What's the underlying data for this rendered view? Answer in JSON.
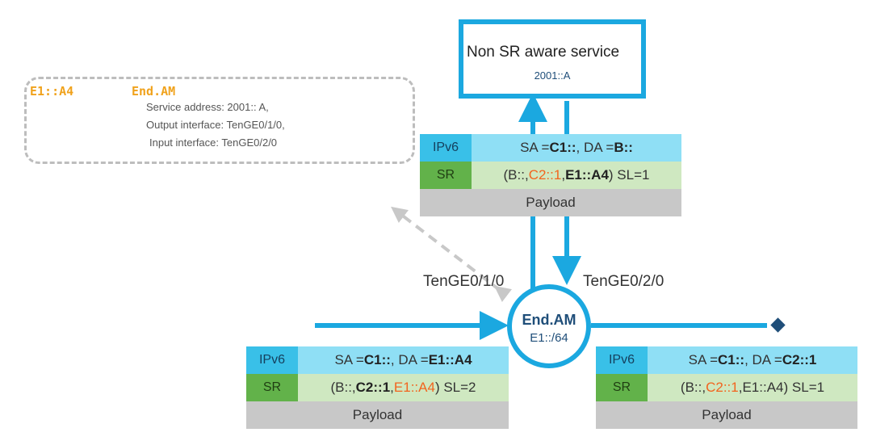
{
  "service": {
    "title": "Non SR aware service",
    "address": "2001::A"
  },
  "config": {
    "sid": "E1::A4",
    "function": "End.AM",
    "lines": [
      "Service address: 2001:: A,",
      "Output interface: TenGE0/1/0,",
      "Input interface: TenGE0/2/0"
    ]
  },
  "node": {
    "function": "End.AM",
    "prefix": "E1::/64"
  },
  "interfaces": {
    "out": "TenGE0/1/0",
    "in": "TenGE0/2/0"
  },
  "packets": {
    "top": {
      "ipv6_label": "IPv6",
      "sa_pre": "SA = ",
      "sa": "C1::",
      "da_pre": ", DA = ",
      "da": "B::",
      "sr_label": "SR",
      "s0": "(B::, ",
      "s1": "C2::1",
      "sep": ", ",
      "s2": "E1::A4",
      "sl": ") SL=1",
      "payload": "Payload"
    },
    "left": {
      "ipv6_label": "IPv6",
      "sa_pre": "SA = ",
      "sa": "C1::",
      "da_pre": ", DA = ",
      "da": "E1::A4",
      "sr_label": "SR",
      "s0": "(B::, ",
      "s1": "C2::1",
      "sep": ", ",
      "s2": "E1::A4",
      "sl": ") SL=2",
      "payload": "Payload"
    },
    "right": {
      "ipv6_label": "IPv6",
      "sa_pre": "SA = ",
      "sa": "C1::",
      "da_pre": ", DA = ",
      "da": "C2::1",
      "sr_label": "SR",
      "s0": "(B::, ",
      "s1": "C2::1",
      "sep": ", ",
      "s2": "E1::A4",
      "sl": ") SL=1",
      "payload": "Payload"
    }
  },
  "colors": {
    "accent": "#1ba8e0",
    "config": "#f0a21c",
    "highlight": "#f2641e",
    "diamond": "#1f4e79"
  }
}
